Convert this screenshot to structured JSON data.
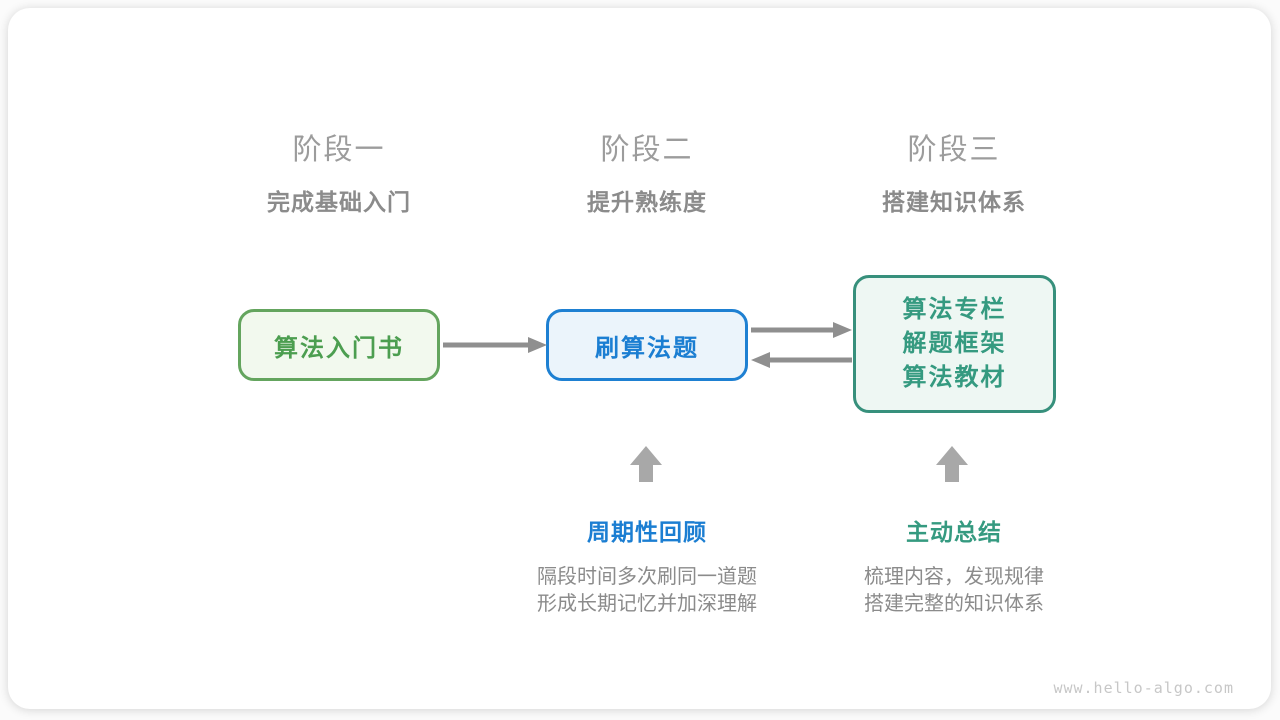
{
  "diagram": {
    "watermark": "www.hello-algo.com"
  },
  "stages": [
    {
      "title": "阶段一",
      "subtitle": "完成基础入门"
    },
    {
      "title": "阶段二",
      "subtitle": "提升熟练度"
    },
    {
      "title": "阶段三",
      "subtitle": "搭建知识体系"
    }
  ],
  "nodes": {
    "intro_book": {
      "label": "算法入门书"
    },
    "practice": {
      "label": "刷算法题"
    },
    "knowledge": {
      "lines": [
        "算法专栏",
        "解题框架",
        "算法教材"
      ]
    }
  },
  "actions": {
    "review": {
      "label": "周期性回顾",
      "desc1": "隔段时间多次刷同一道题",
      "desc2": "形成长期记忆并加深理解"
    },
    "summarize": {
      "label": "主动总结",
      "desc1": "梳理内容，发现规律",
      "desc2": "搭建完整的知识体系"
    }
  },
  "colors": {
    "green_border": "#64a55e",
    "green_text": "#4c9e50",
    "green_bg": "#f2f9ee",
    "blue_border": "#1e80d2",
    "blue_text": "#1b7ed2",
    "blue_bg": "#ebf4fb",
    "teal_border": "#37907c",
    "teal_text": "#359a80",
    "teal_bg": "#eef7f3",
    "arrow_gray": "#8f8f8f",
    "up_arrow_gray": "#a8a8a8",
    "heading_gray": "#9c9c9c",
    "text_gray": "#8b8b8b",
    "watermark_gray": "#c7c7c7"
  }
}
